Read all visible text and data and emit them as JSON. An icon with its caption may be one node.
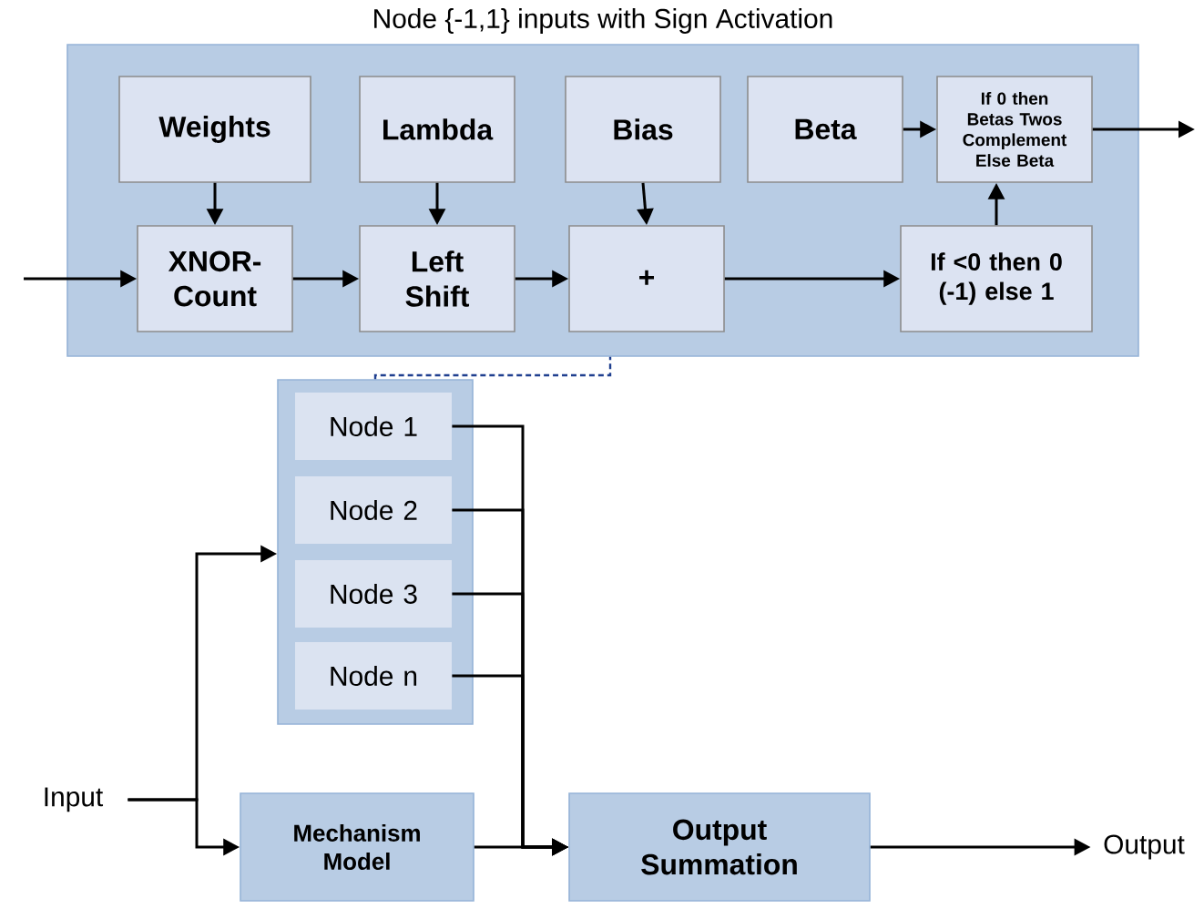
{
  "diagram": {
    "nodes": [
      {
        "text": [
          "Node {-1,1} inputs with Sign Activation"
        ]
      },
      {
        "text": [
          "Weights"
        ],
        "in": 0
      },
      {
        "text": [
          "Lambda"
        ],
        "in": 0
      },
      {
        "text": [
          "Bias"
        ],
        "in": 0
      },
      {
        "text": [
          "Beta"
        ],
        "in": 0
      },
      {
        "text": [
          "If 0 then Betas Twos Complement Else Beta"
        ],
        "in": 0
      },
      {
        "text": [
          "XNOR-Count"
        ],
        "in": 0
      },
      {
        "text": [
          "Left Shift"
        ],
        "in": 0
      },
      {
        "text": [
          "+"
        ],
        "in": 0
      },
      {
        "text": [
          "If <0 then 0 (-1) else 1"
        ],
        "in": 0
      },
      {
        "text": [],
        "shape": "box"
      },
      {
        "text": [
          "Node 1"
        ],
        "in": 10
      },
      {
        "text": [
          "Node 2"
        ],
        "in": 10
      },
      {
        "text": [
          "Node 3"
        ],
        "in": 10
      },
      {
        "text": [
          "Node n"
        ],
        "in": 10
      },
      {
        "text": [
          "Input"
        ]
      },
      {
        "text": [
          "Mechanism Model"
        ]
      },
      {
        "text": [
          "Output Summation"
        ]
      },
      {
        "text": [
          "Output"
        ]
      }
    ],
    "edges": [
      {
        "from": null,
        "to": 6,
        "arrow": "to"
      },
      {
        "from": 1,
        "to": 6,
        "arrow": "to"
      },
      {
        "from": 2,
        "to": 7,
        "arrow": "to"
      },
      {
        "from": 3,
        "to": 8,
        "arrow": "to"
      },
      {
        "from": 4,
        "to": 5,
        "arrow": "to"
      },
      {
        "from": 6,
        "to": 7,
        "arrow": "to"
      },
      {
        "from": 7,
        "to": 8,
        "arrow": "to"
      },
      {
        "from": 8,
        "to": 9,
        "arrow": "to"
      },
      {
        "from": 9,
        "to": 5,
        "arrow": "to"
      },
      {
        "from": 5,
        "to": null,
        "arrow": "to"
      },
      {
        "from": 10,
        "to": 0,
        "arrow": "none",
        "style": "dashed",
        "color": "#1f3f8f"
      },
      {
        "from": 15,
        "to": 10,
        "arrow": "to"
      },
      {
        "from": 15,
        "to": 16,
        "arrow": "to"
      },
      {
        "from": 11,
        "to": 17,
        "arrow": "to"
      },
      {
        "from": 12,
        "to": 17,
        "arrow": "to"
      },
      {
        "from": 13,
        "to": 17,
        "arrow": "to"
      },
      {
        "from": 14,
        "to": 17,
        "arrow": "to"
      },
      {
        "from": 16,
        "to": 17,
        "arrow": "to"
      },
      {
        "from": 17,
        "to": 18,
        "arrow": "to"
      }
    ]
  }
}
